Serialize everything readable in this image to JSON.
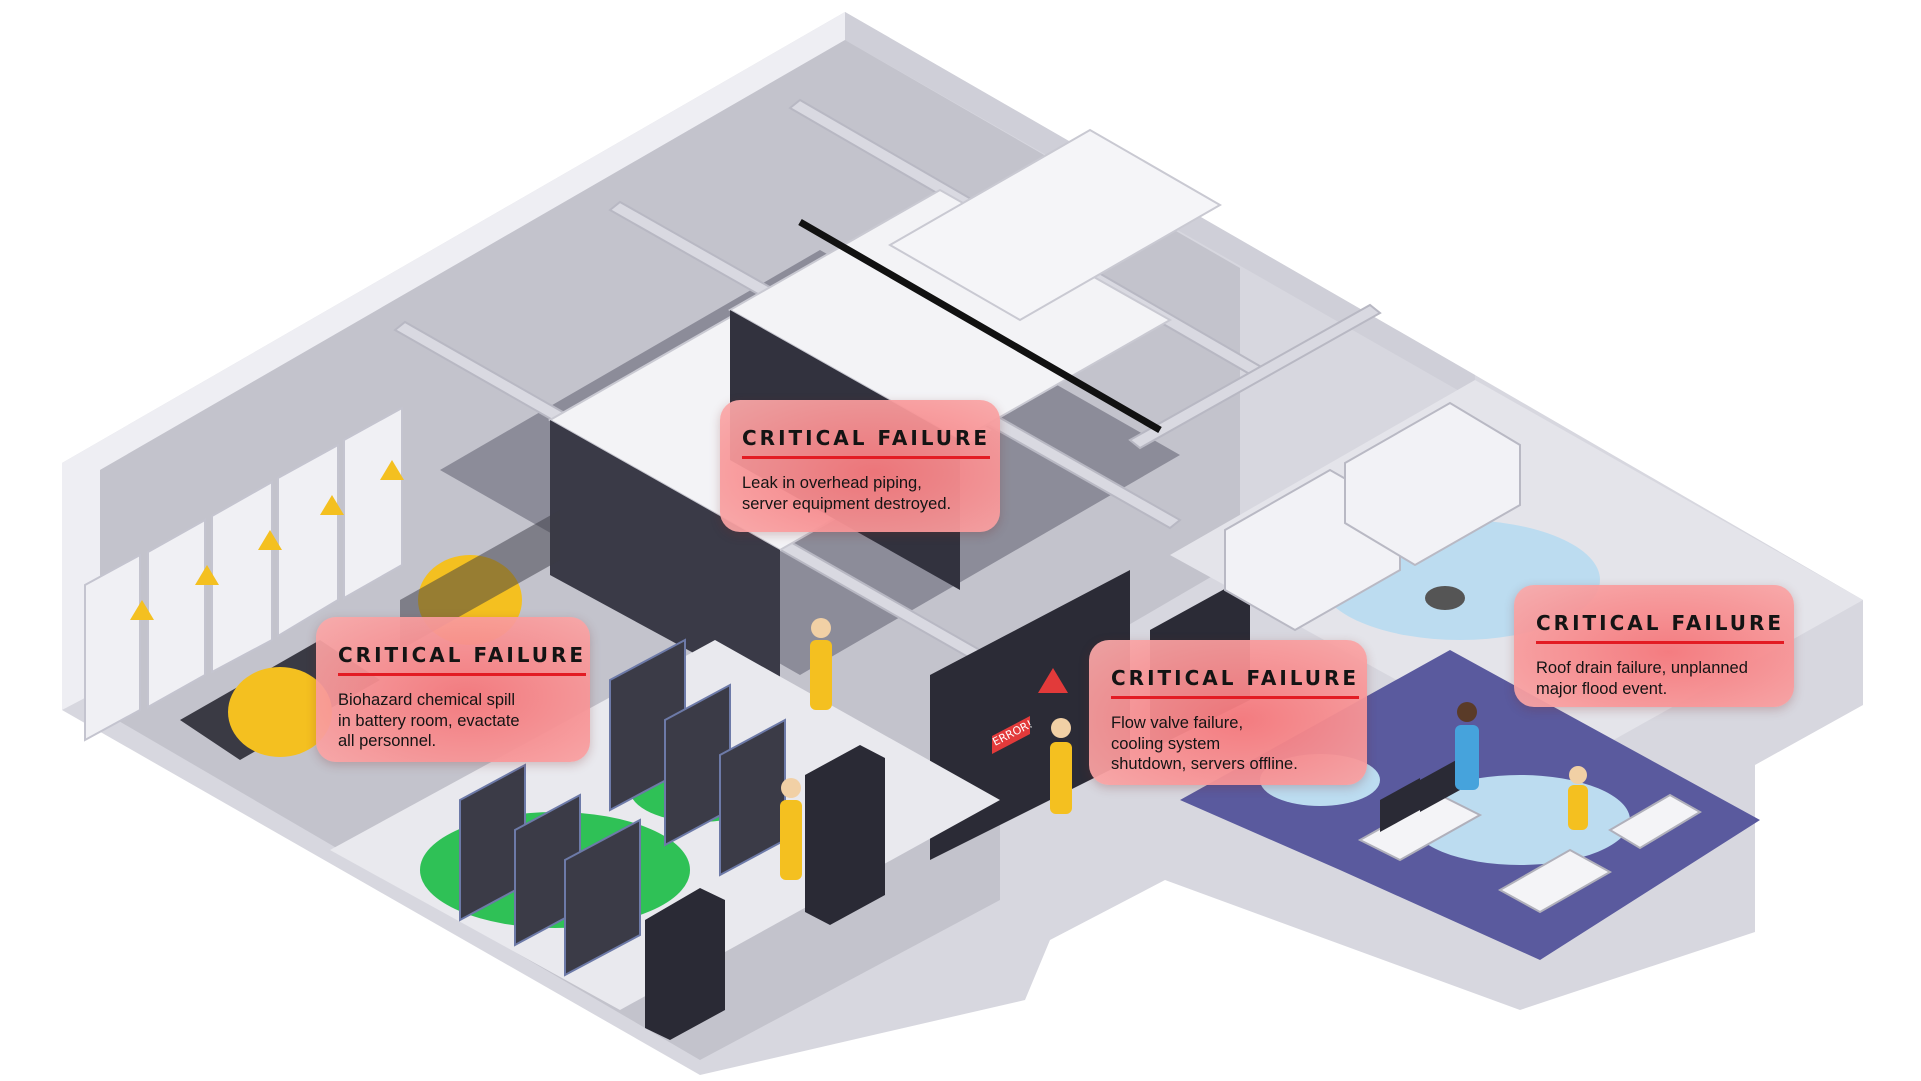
{
  "callouts": [
    {
      "title": "CRITICAL FAILURE",
      "text": "Leak in overhead piping,\nserver equipment destroyed."
    },
    {
      "title": "CRITICAL FAILURE",
      "text": "Biohazard chemical spill\nin battery room, evactate\nall personnel."
    },
    {
      "title": "CRITICAL FAILURE",
      "text": "Flow valve failure,\ncooling system\nshutdown, servers offline."
    },
    {
      "title": "CRITICAL FAILURE",
      "text": "Roof drain failure, unplanned\nmajor flood event."
    }
  ],
  "error_sign": "ERROR!",
  "colors": {
    "callout_bg": "#f4787c",
    "title_underline": "#e31b23",
    "floor": "#b9b9c3",
    "wall": "#e3e3e9",
    "office_floor": "#5a5a9e",
    "water": "#bcdcf0",
    "chemical_spill": "#2fc156",
    "generator": "#f4c020",
    "server_rack": "#2a2a33"
  },
  "icons": [
    "electric-hazard-icon",
    "warning-icon",
    "roof-drain-icon"
  ]
}
